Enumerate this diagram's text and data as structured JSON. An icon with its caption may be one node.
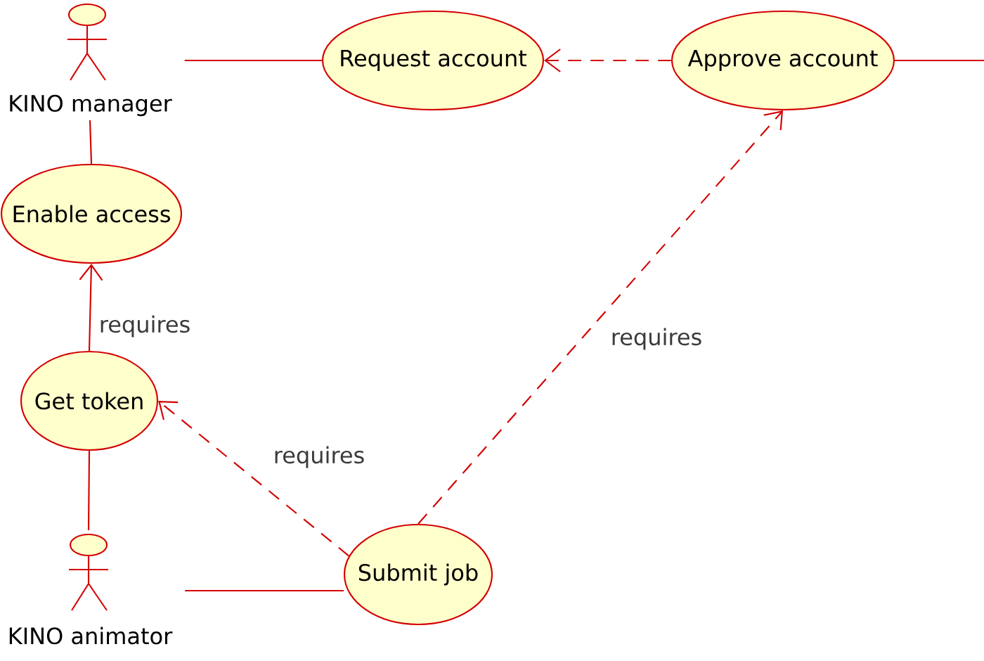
{
  "diagram": {
    "nodes": [
      {
        "text": [
          "KINO manager"
        ]
      },
      {
        "text": [
          "Request account"
        ]
      },
      {
        "text": [
          "Approve account"
        ]
      },
      {
        "text": [
          "Enable access"
        ]
      },
      {
        "text": [
          "Get token"
        ]
      },
      {
        "text": [
          "KINO animator"
        ]
      },
      {
        "text": [
          "Submit job"
        ]
      }
    ],
    "edges": [
      {
        "from": 0,
        "to": 1,
        "arrow": "none"
      },
      {
        "from": 2,
        "to": 1,
        "arrow": "to",
        "style": "dashed"
      },
      {
        "from": 2,
        "to": null,
        "arrow": "none"
      },
      {
        "from": 0,
        "to": 3,
        "arrow": "none"
      },
      {
        "from": 4,
        "to": 3,
        "arrow": "to",
        "label": "requires"
      },
      {
        "from": 4,
        "to": 5,
        "arrow": "none"
      },
      {
        "from": 5,
        "to": 6,
        "arrow": "none"
      },
      {
        "from": 6,
        "to": 4,
        "arrow": "to",
        "style": "dashed",
        "label": "requires"
      },
      {
        "from": 6,
        "to": 2,
        "arrow": "to",
        "style": "dashed",
        "label": "requires"
      }
    ]
  }
}
